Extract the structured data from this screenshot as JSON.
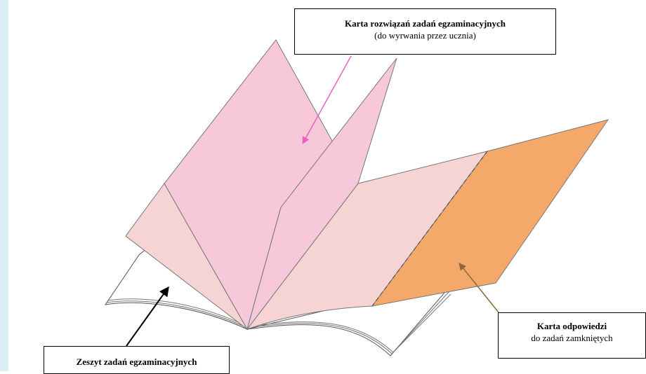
{
  "callouts": {
    "karta_rozwiazan": {
      "title": "Karta rozwiązań zadań egzaminacyjnych",
      "subtitle": "(do wyrwania przez ucznia)"
    },
    "karta_odpowiedzi": {
      "title": "Karta odpowiedzi",
      "subtitle": "do zadań zamkniętych"
    },
    "zeszyt": {
      "title": "Zeszyt zadań egzaminacyjnych"
    }
  },
  "colors": {
    "strip": "#dcedf8",
    "pink_fold": "#f6c8da",
    "light_page": "#f6d4d4",
    "orange_card": "#f4a96b",
    "arrow_pink": "#ef5fc0",
    "arrow_brown": "#8a6a3c",
    "arrow_black": "#000000"
  }
}
